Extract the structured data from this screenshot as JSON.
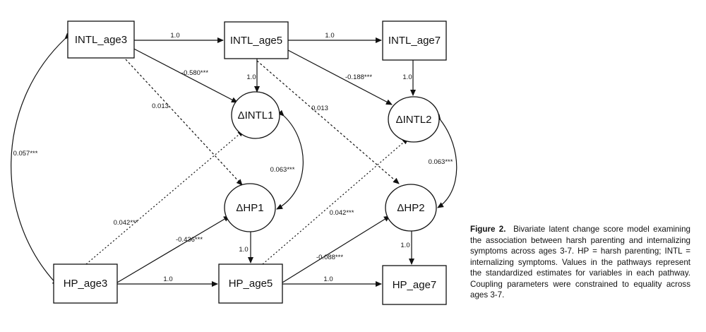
{
  "nodes": {
    "intl_age3": "INTL_age3",
    "intl_age5": "INTL_age5",
    "intl_age7": "INTL_age7",
    "delta_intl1": "ΔINTL1",
    "delta_intl2": "ΔINTL2",
    "delta_hp1": "ΔHP1",
    "delta_hp2": "ΔHP2",
    "hp_age3": "HP_age3",
    "hp_age5": "HP_age5",
    "hp_age7": "HP_age7"
  },
  "edges": {
    "intl3_intl5": "1.0",
    "intl5_intl7": "1.0",
    "intl5_dintl1": "1.0",
    "intl7_dintl2": "1.0",
    "intl3_dintl1": "-0.580***",
    "intl5_dintl2": "-0.188***",
    "intl3_dhp1": "0.013",
    "intl5_dhp2": "0.013",
    "dintl1_dhp1": "0.063***",
    "dintl2_dhp2": "0.063***",
    "intl3_hp3": "0.057***",
    "hp3_dintl1": "0.042***",
    "hp5_dintl2": "0.042***",
    "hp3_dhp1": "-0.436***",
    "hp5_dhp2": "-0.088***",
    "dhp1_hp5": "1.0",
    "dhp2_hp7": "1.0",
    "hp3_hp5": "1.0",
    "hp5_hp7": "1.0"
  },
  "caption": {
    "label": "Figure 2.",
    "text": "Bivariate latent change score model examining the association between harsh parenting and internalizing symptoms across ages 3-7. HP = harsh parenting; INTL = internalizing symptoms. Values in the pathways represent the standardized estimates for variables in each pathway. Coupling parameters were constrained to equality across ages 3-7."
  }
}
